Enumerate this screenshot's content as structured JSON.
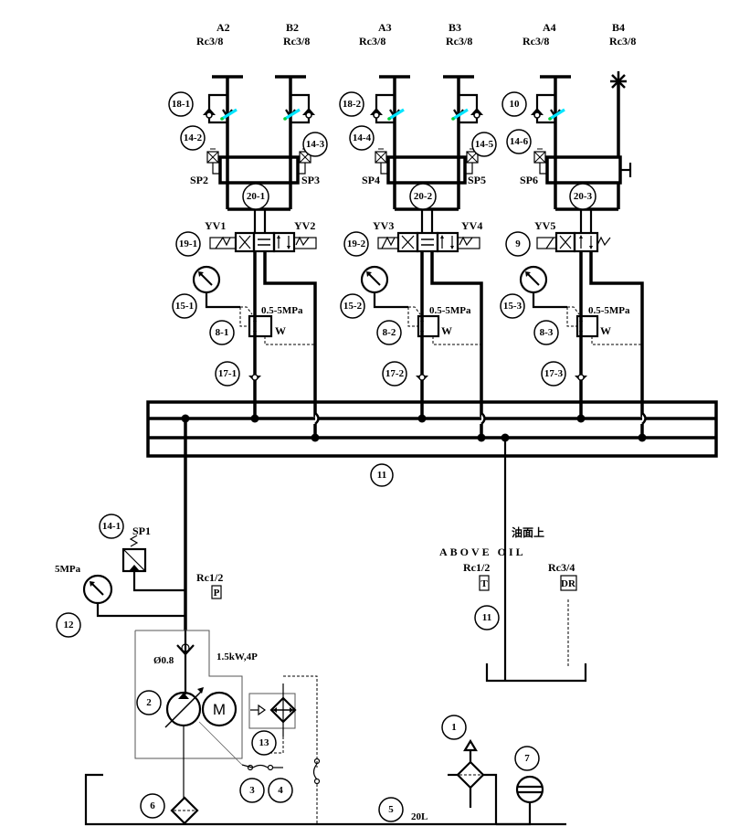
{
  "diagram": {
    "title": "Hydraulic circuit schematic",
    "ports_top": [
      {
        "name": "A2",
        "thread": "Rc3/8"
      },
      {
        "name": "B2",
        "thread": "Rc3/8"
      },
      {
        "name": "A3",
        "thread": "Rc3/8"
      },
      {
        "name": "B3",
        "thread": "Rc3/8"
      },
      {
        "name": "A4",
        "thread": "Rc3/8"
      },
      {
        "name": "B4",
        "thread": "Rc3/8"
      }
    ],
    "check_valve_tags": [
      "18-1",
      "18-2",
      "10"
    ],
    "pressure_switch_tags": [
      "14-2",
      "14-3",
      "14-4",
      "14-5",
      "14-6"
    ],
    "pressure_switch_names": [
      "SP2",
      "SP3",
      "SP4",
      "SP5",
      "SP6"
    ],
    "cylinder_tags": [
      "20-1",
      "20-2",
      "20-3"
    ],
    "solenoids": [
      "YV1",
      "YV2",
      "YV3",
      "YV4",
      "YV5"
    ],
    "directional_valve_tags": [
      "19-1",
      "19-2",
      "9"
    ],
    "gauge_tags": [
      "15-1",
      "15-2",
      "15-3"
    ],
    "reducing_valve_tags": [
      "8-1",
      "8-2",
      "8-3"
    ],
    "reducing_valve_range": "0.5-5MPa",
    "reducing_valve_symbol": "W",
    "pilot_check_tags": [
      "17-1",
      "17-2",
      "17-3"
    ],
    "manifold_tag": "11",
    "supply": {
      "switch_tag": "14-1",
      "switch_name": "SP1",
      "gauge_pressure": "5MPa",
      "gauge_tag": "12",
      "port_thread": "Rc1/2",
      "port_label": "P"
    },
    "return": {
      "note_cn": "油面上",
      "note_en": "ABOVE OIL",
      "port_thread": "Rc1/2",
      "port_label": "T",
      "tag": "11",
      "drain_thread": "Rc3/4",
      "drain_label": "DR"
    },
    "power_unit": {
      "orifice": "Ø0.8",
      "motor_spec": "1.5kW,4P",
      "motor_symbol": "M",
      "pump_tag": "2",
      "cooler_tag": "13",
      "tags_lower": [
        "3",
        "4"
      ],
      "suction_filter_tag": "6",
      "tank_tag": "5",
      "tank_volume": "20L",
      "breather_tag": "1",
      "level_gauge_tag": "7"
    },
    "colors": {
      "line": "#000000",
      "throttle_accent": "#00e5ff",
      "throttle_tip": "#00cc33"
    }
  }
}
